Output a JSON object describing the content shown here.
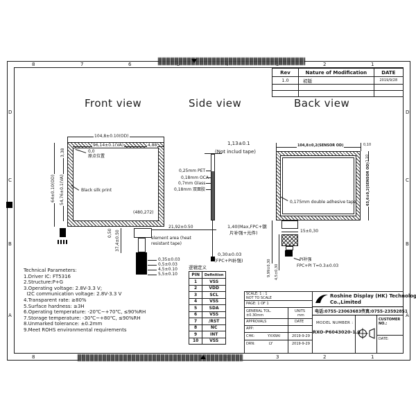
{
  "sheet": {
    "cols": [
      "8",
      "7",
      "6",
      "5",
      "4",
      "3",
      "2",
      "1"
    ],
    "rows": [
      "D",
      "C",
      "B",
      "A"
    ]
  },
  "rev_table": {
    "h_rev": "Rev",
    "h_nature": "Nature of Modification",
    "h_date": "DATE",
    "r1_rev": "1.0",
    "r1_nature": "初版",
    "r1_date": "2019/9/28"
  },
  "views": {
    "front": "Front view",
    "side": "Side view",
    "back": "Back view"
  },
  "front": {
    "od_w": "104,8±0.10(OD)",
    "va_w": "96,14±0.1(VA)",
    "right_gap": "4,88",
    "top_gap": "3,38",
    "od_h": "64±0.10(OD)",
    "va_h": "54,76±0.1(VA)",
    "origin": "0,0",
    "origin_label": "原点位置",
    "silk": "Black silk print",
    "coord": "(480,272)",
    "tab_w": "21,92±0.50",
    "fpc_len": "37,4±0.50",
    "bot_gap": "0,50",
    "element1": "element area (heat",
    "element2": "resistant tape)",
    "d1": "0,35±0.03",
    "d2": "0,5±0.03",
    "d3": "4,5±0.10",
    "d4": "5,5±0.10"
  },
  "side": {
    "t1": "1,13±0.1",
    "t2": "(Not includ tape)",
    "layer1": "0,25mm PET",
    "layer2": "0,18mm OCA",
    "layer3": "0,7mm Glass",
    "layer4": "0,18mm 双面胶",
    "f1": "1,40(Max,FPC+钢",
    "f2": "片补强+元件)",
    "b1": "0,30±0.03",
    "b2": "(FPC+PI补强)"
  },
  "back": {
    "od_w": "104,8±0,2(SENSOR OD)",
    "corner_w": "0,10",
    "corner_h": "0,10",
    "od_h": "63,6±0,2(SENSOR OD)",
    "tape": "0,175mm double adhesive tape",
    "tab_w": "15±0,30",
    "h1": "9,99±0,30",
    "h2": "4,5±0,30",
    "pi": "PI补强",
    "fpc": "FPC+PI T=0.3±0.03"
  },
  "tech": {
    "lines": [
      "Technical Parameters:",
      "1.Driver IC: FT5316",
      "2.Structure:P+G",
      "3.Operating voltage: 2.8V-3.3 V;",
      "  I2C communication voltage: 2.8V-3.3 V",
      "4.Transparent rate: ≥80%",
      "5.Surface hardness: ≥3H",
      "6.Operating temperature: -20℃~+70℃, ≤90%RH",
      "7.Storage temperature: -30℃~+80℃, ≤90%RH",
      "8.Unmarked tolerance: ±0.2mm",
      "9.Meet ROHS environmental requirements"
    ]
  },
  "pins": {
    "caption": "逻辑定义",
    "h_pin": "PIN",
    "h_def": "Definition",
    "rows": [
      [
        "1",
        "VSS"
      ],
      [
        "2",
        "VDD"
      ],
      [
        "3",
        "SCL"
      ],
      [
        "4",
        "VSS"
      ],
      [
        "5",
        "SDA"
      ],
      [
        "6",
        "VSS"
      ],
      [
        "7",
        "/RST"
      ],
      [
        "8",
        "NC"
      ],
      [
        "9",
        "INT"
      ],
      [
        "10",
        "VSS"
      ]
    ]
  },
  "title_block": {
    "scale1": "SCALE: 1 : 1",
    "scale2": "NOT TO SCALE",
    "page": "PAGE:  1 OF 1",
    "gtol1": "GENERAL TOL.",
    "gtol2": "±0.30mm",
    "units_l": "UNITS",
    "units_v": "mm",
    "approvals": "APPROVALS",
    "date_col": "DATE",
    "app": "APP:",
    "chk": "CHK:",
    "chk_name": "YXXRAI",
    "chk_date": "2019-9-29",
    "drn": "DRN:",
    "drn_name": "LY",
    "drn_date": "2019-9-29",
    "company1": "Roshine Display (HK) Technology",
    "company2": "Co.,Limited",
    "phone": "电话:0755-23063683",
    "fax": "传真:0755-23592851",
    "model_label": "MODEL NUMBER :",
    "model": "RXO-P6043020-1.0",
    "customer_label": "CUSTOMER",
    "customer_label2": "NO.:",
    "date_label": "DATE:"
  }
}
